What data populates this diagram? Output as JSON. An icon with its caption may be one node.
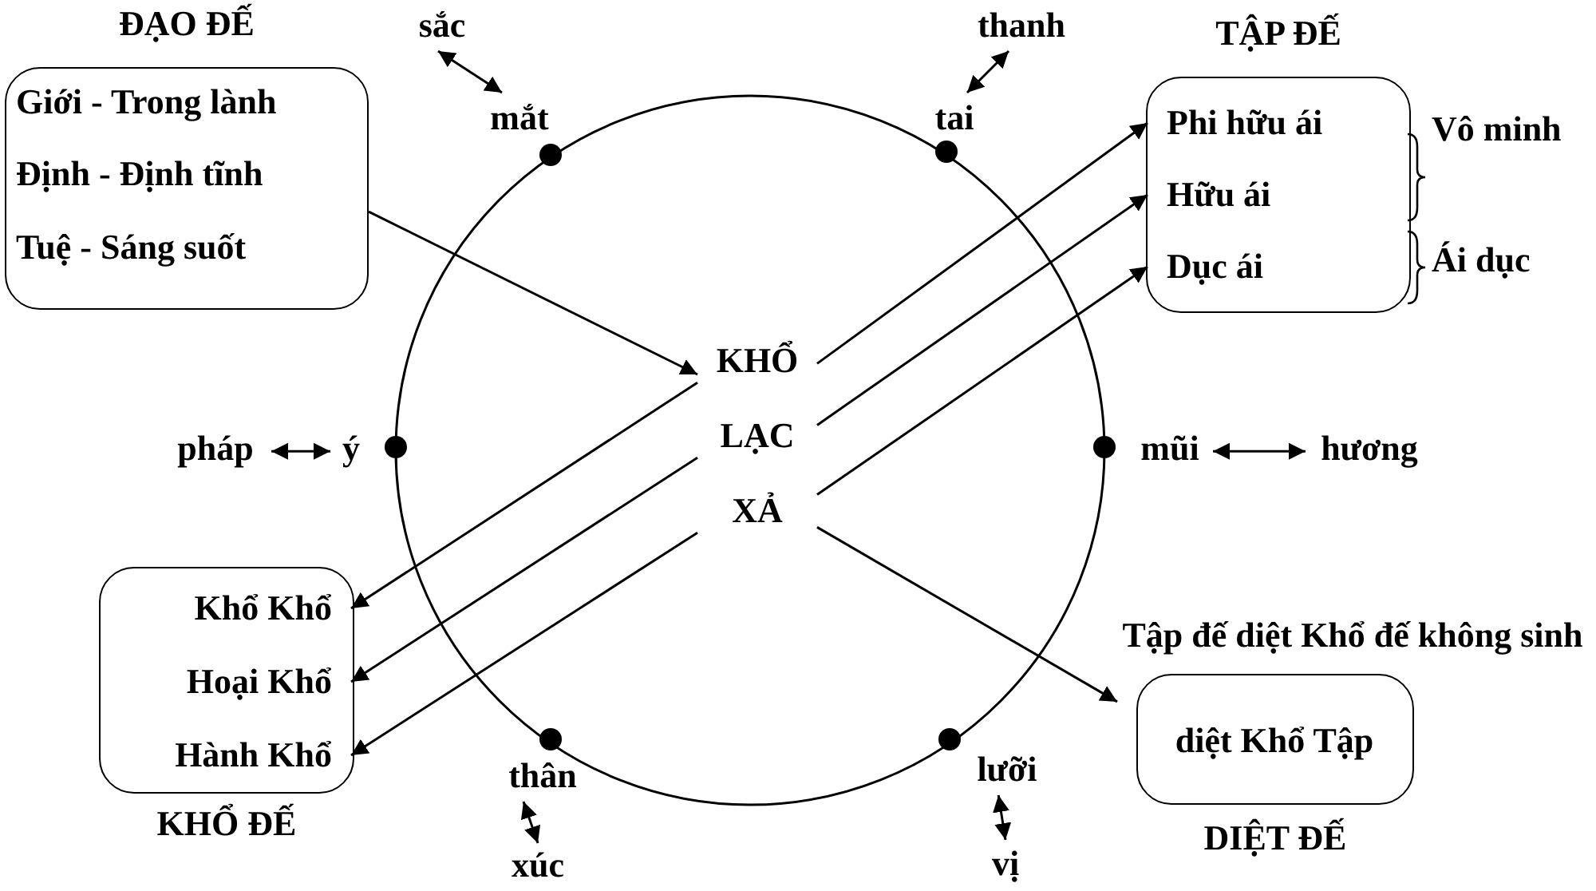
{
  "diagram": {
    "nodes": [
      {
        "text": [
          "ĐẠO ĐẾ",
          "Giới - Trong lành",
          "Định - Định tĩnh",
          "Tuệ - Sáng suốt"
        ]
      },
      {
        "text": [
          "sắc"
        ]
      },
      {
        "text": [
          "mắt"
        ]
      },
      {
        "text": [
          "thanh"
        ]
      },
      {
        "text": [
          "tai"
        ]
      },
      {
        "text": [
          "TẬP ĐẾ"
        ]
      },
      {
        "text": [
          "Phi hữu ái"
        ],
        "in": 5
      },
      {
        "text": [
          "Hữu ái"
        ],
        "in": 5
      },
      {
        "text": [
          "Dục ái"
        ],
        "in": 5
      },
      {
        "text": [],
        "shape": "circle"
      },
      {
        "text": [
          "KHỔ"
        ],
        "in": 9
      },
      {
        "text": [
          "LẠC"
        ],
        "in": 9
      },
      {
        "text": [
          "XẢ"
        ],
        "in": 9
      },
      {
        "text": [
          "pháp"
        ]
      },
      {
        "text": [
          "ý"
        ]
      },
      {
        "text": [
          "mũi"
        ]
      },
      {
        "text": [
          "hương"
        ]
      },
      {
        "text": [
          "KHỔ ĐẾ"
        ]
      },
      {
        "text": [
          "Khổ Khổ"
        ],
        "in": 17
      },
      {
        "text": [
          "Hoại Khổ"
        ],
        "in": 17
      },
      {
        "text": [
          "Hành Khổ"
        ],
        "in": 17
      },
      {
        "text": [
          "diệt Khổ Tập",
          "DIỆT ĐẾ"
        ],
        "beside": [
          "Tập đế diệt Khổ đế không sinh"
        ]
      },
      {
        "text": [
          "thân"
        ]
      },
      {
        "text": [
          "xúc"
        ]
      },
      {
        "text": [
          "lưỡi"
        ]
      },
      {
        "text": [
          "vị"
        ]
      }
    ],
    "edges": [
      {
        "from": 0,
        "to": 10,
        "arrow": "to"
      },
      {
        "from": 10,
        "to": 6,
        "arrow": "to"
      },
      {
        "from": 11,
        "to": 7,
        "arrow": "to"
      },
      {
        "from": 12,
        "to": 8,
        "arrow": "to"
      },
      {
        "from": 10,
        "to": 18,
        "arrow": "to"
      },
      {
        "from": 11,
        "to": 19,
        "arrow": "to"
      },
      {
        "from": 12,
        "to": 20,
        "arrow": "to"
      },
      {
        "from": 12,
        "to": 21,
        "arrow": "to"
      },
      {
        "from": 1,
        "to": 2,
        "arrow": "both"
      },
      {
        "from": 3,
        "to": 4,
        "arrow": "both"
      },
      {
        "from": 13,
        "to": 14,
        "arrow": "both"
      },
      {
        "from": 15,
        "to": 16,
        "arrow": "both"
      },
      {
        "from": 22,
        "to": 23,
        "arrow": "both"
      },
      {
        "from": 24,
        "to": 25,
        "arrow": "both"
      }
    ],
    "labels": [
      "Vô minh",
      "Ái dục"
    ]
  }
}
